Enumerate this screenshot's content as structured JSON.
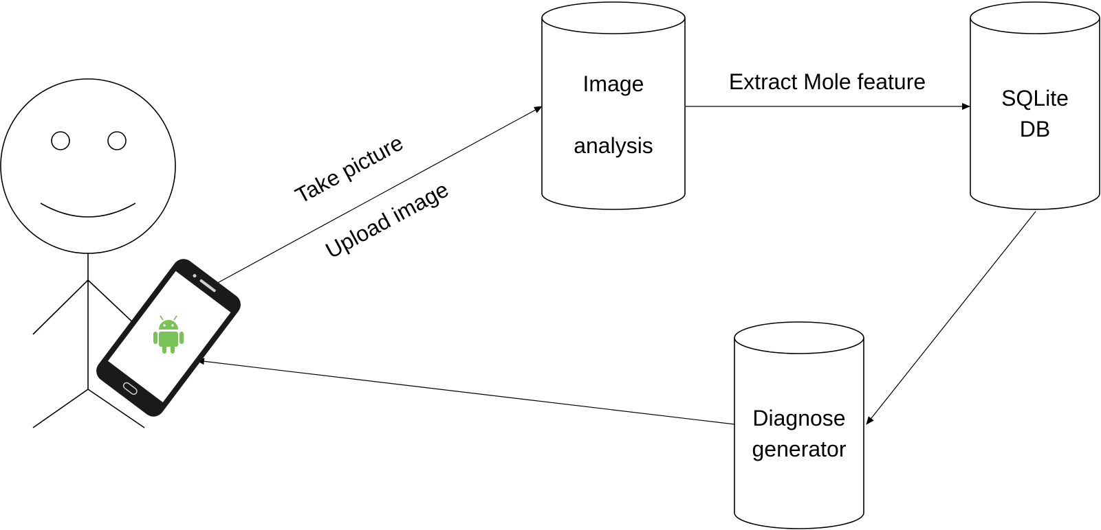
{
  "colors": {
    "stroke": "#000000",
    "background": "#ffffff",
    "android": "#78c257",
    "phone_body": "#1a1a1a"
  },
  "actor": {
    "icon": "stick-figure-icon"
  },
  "phone": {
    "icon": "android-icon"
  },
  "nodes": {
    "image_analysis": {
      "line1": "Image",
      "line2": "analysis"
    },
    "sqlite_db": {
      "line1": "SQLite",
      "line2": "DB"
    },
    "diagnose": {
      "line1": "Diagnose",
      "line2": "generator"
    }
  },
  "edges": {
    "phone_to_analysis": {
      "line1": "Take picture",
      "line2": "Upload image"
    },
    "analysis_to_db": {
      "label": "Extract Mole feature"
    },
    "db_to_diagnose": {
      "label": ""
    },
    "diagnose_to_phone": {
      "label": ""
    }
  }
}
